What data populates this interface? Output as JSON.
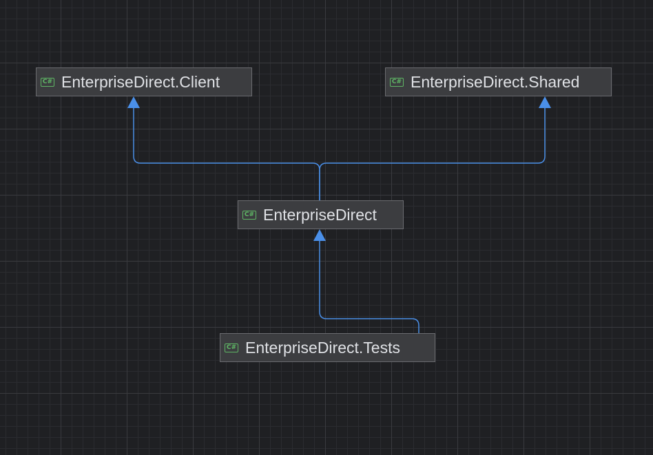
{
  "diagram": {
    "nodes": [
      {
        "id": "client",
        "label": "EnterpriseDirect.Client",
        "icon": "csharp-project-icon",
        "icon_text": "C#"
      },
      {
        "id": "shared",
        "label": "EnterpriseDirect.Shared",
        "icon": "csharp-project-icon",
        "icon_text": "C#"
      },
      {
        "id": "main",
        "label": "EnterpriseDirect",
        "icon": "csharp-project-icon",
        "icon_text": "C#"
      },
      {
        "id": "tests",
        "label": "EnterpriseDirect.Tests",
        "icon": "csharp-project-icon",
        "icon_text": "C#"
      }
    ],
    "edges": [
      {
        "from": "main",
        "to": "client"
      },
      {
        "from": "main",
        "to": "shared"
      },
      {
        "from": "tests",
        "to": "main"
      }
    ]
  },
  "colors": {
    "background": "#1f2023",
    "edge": "#4a8fe8",
    "node_fill": "#3c3d40",
    "node_border": "#6b6c70",
    "icon": "#5fb865",
    "text": "#dfe1e5"
  }
}
